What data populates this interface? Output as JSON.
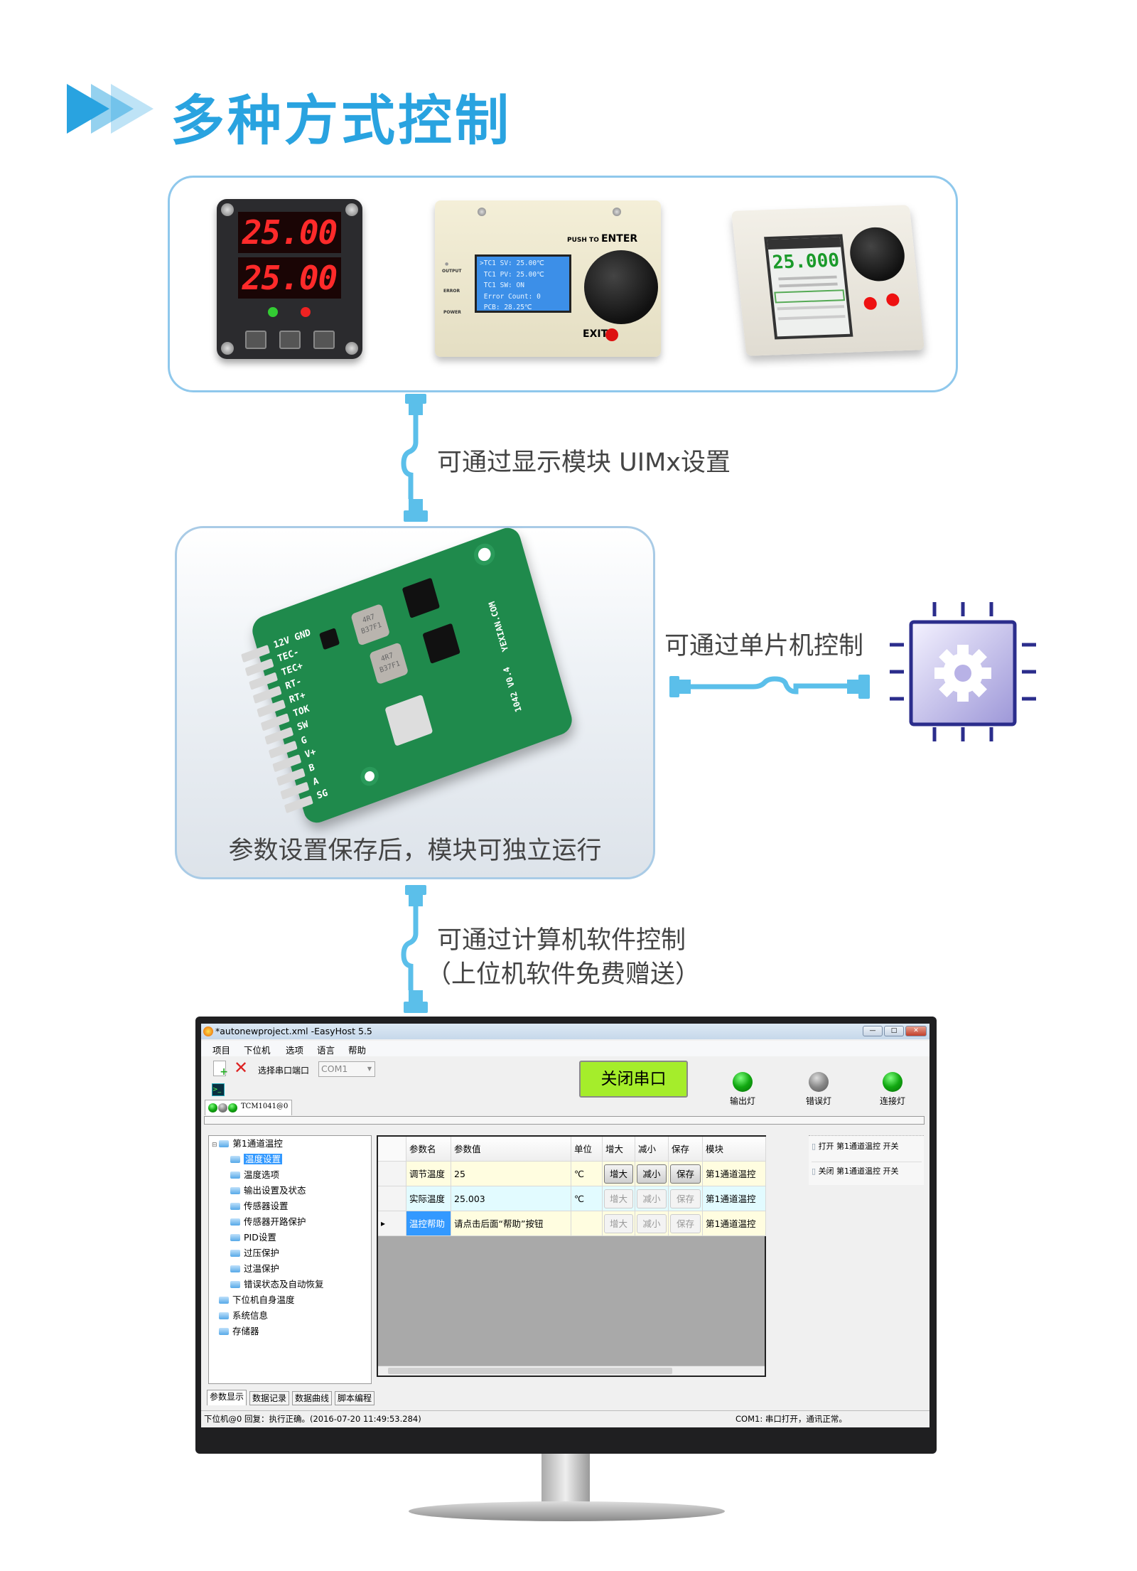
{
  "header": {
    "title": "多种方式控制",
    "accent": "#29a3e0"
  },
  "devices": {
    "led_module": {
      "display_top": "25.00",
      "display_bottom": "25.00"
    },
    "lcd_module": {
      "lines": [
        ">TC1 SV: 25.00℃",
        " TC1 PV: 25.00℃",
        " TC1 SW: ON",
        " Error Count: 0",
        " PCB: 28.25℃"
      ],
      "enter_label": "ENTER",
      "push_label": "PUSH TO",
      "exit_label": "EXIT",
      "leds": [
        "OUTPUT",
        "ERROR",
        "POWER"
      ]
    },
    "touch_module": {
      "value": "25.000"
    }
  },
  "labels": {
    "uimx": "可通过显示模块 UIMx设置",
    "standalone": "参数设置保存后，模块可独立运行",
    "mcu": "可通过单片机控制",
    "pc_line1": "可通过计算机软件控制",
    "pc_line2": "（上位机软件免费赠送）"
  },
  "pcb": {
    "pins": [
      "12V GND",
      "TEC-",
      "TEC+",
      "RT-",
      "RT+",
      "TOK",
      "SW",
      "G",
      "V+",
      "B",
      "A",
      "SG"
    ],
    "brand": "YEXIAN.COM",
    "version": "1042 V0.4",
    "inductor": "4R7\nB37F1"
  },
  "app": {
    "window_title": "*autonewproject.xml -EasyHost 5.5",
    "menu": [
      "项目",
      "下位机",
      "选项",
      "语言",
      "帮助"
    ],
    "toolbar": {
      "port_label": "选择串口端口",
      "port_value": "COM1",
      "close_port": "关闭串口"
    },
    "indicators": [
      {
        "label": "输出灯",
        "state": "on"
      },
      {
        "label": "错误灯",
        "state": "off"
      },
      {
        "label": "连接灯",
        "state": "on"
      }
    ],
    "device_tab": "TCM1041@0",
    "tree": {
      "root": "第1通道温控",
      "children": [
        "温度设置",
        "温度选项",
        "输出设置及状态",
        "传感器设置",
        "传感器开路保护",
        "PID设置",
        "过压保护",
        "过温保护",
        "错误状态及自动恢复"
      ],
      "others": [
        "下位机自身温度",
        "系统信息",
        "存储器"
      ],
      "selected": "温度设置"
    },
    "grid": {
      "columns": [
        "参数名",
        "参数值",
        "单位",
        "增大",
        "减小",
        "保存",
        "模块"
      ],
      "rows": [
        {
          "name": "调节温度",
          "value": "25",
          "unit": "℃",
          "inc": "增大",
          "dec": "减小",
          "save": "保存",
          "module": "第1通道温控",
          "enabled": true
        },
        {
          "name": "实际温度",
          "value": "25.003",
          "unit": "℃",
          "inc": "增大",
          "dec": "减小",
          "save": "保存",
          "module": "第1通道温控",
          "enabled": false
        },
        {
          "name": "温控帮助",
          "value": "请点击后面“帮助”按钮",
          "unit": "",
          "inc": "增大",
          "dec": "减小",
          "save": "保存",
          "module": "第1通道温控",
          "enabled": false
        }
      ]
    },
    "actions": [
      "打开 第1通道温控 开关",
      "关闭 第1通道温控 开关"
    ],
    "bottom_tabs": [
      "参数显示",
      "数据记录",
      "数据曲线",
      "脚本编程"
    ],
    "status_left": "下位机@0 回复：执行正确。(2016-07-20 11:49:53.284)",
    "status_right": "COM1: 串口打开，通讯正常。"
  }
}
